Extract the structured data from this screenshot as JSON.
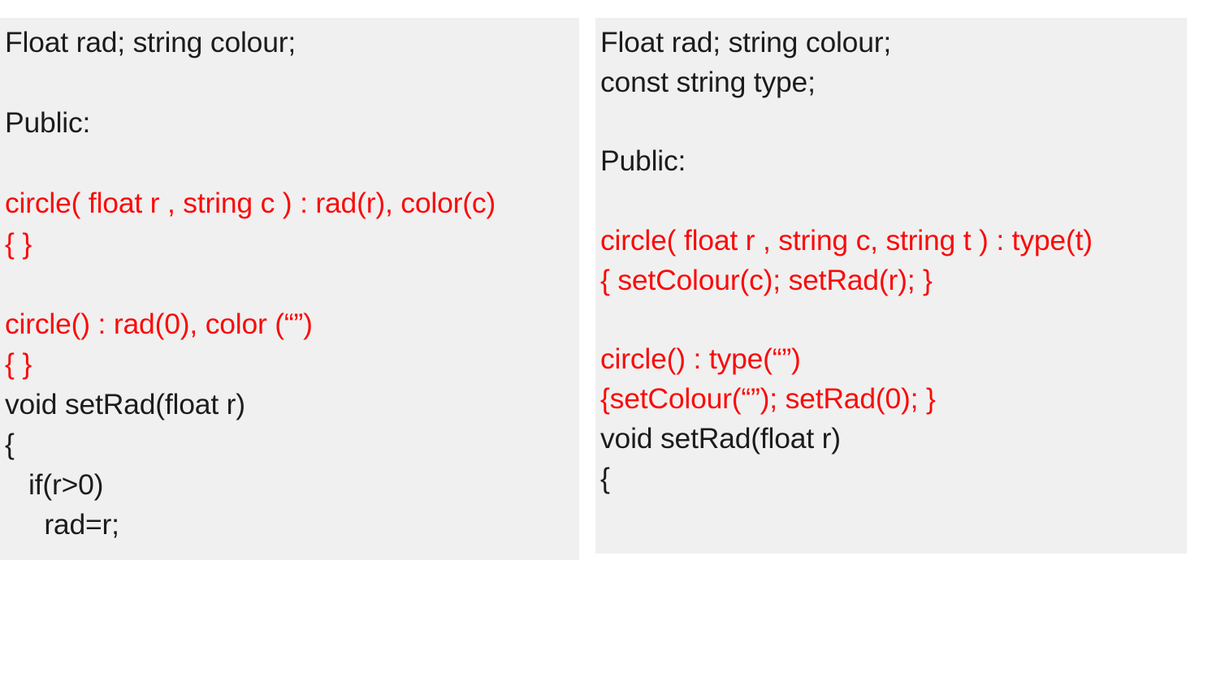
{
  "page": {
    "background_color": "#ffffff",
    "panel_background_color": "#f0f0f0",
    "text_color_declaration": "#1c1c1c",
    "text_color_code": "#fa0a0a"
  },
  "panels": [
    {
      "id": "left",
      "name": "circle-class-before",
      "lines": [
        {
          "text": "Float rad; string colour;",
          "color": "black"
        },
        {
          "text": "",
          "color": "blank"
        },
        {
          "text": "Public:",
          "color": "black"
        },
        {
          "text": "",
          "color": "blank"
        },
        {
          "text": "circle( float r , string c ) : rad(r), color(c)",
          "color": "red"
        },
        {
          "text": "{ }",
          "color": "red"
        },
        {
          "text": "",
          "color": "blank"
        },
        {
          "text": "circle() : rad(0), color (“”)",
          "color": "red"
        },
        {
          "text": "{ }",
          "color": "red"
        },
        {
          "text": "void setRad(float r)",
          "color": "black"
        },
        {
          "text": "{",
          "color": "black"
        },
        {
          "text": "   if(r>0)",
          "color": "black"
        },
        {
          "text": "     rad=r;",
          "color": "black"
        }
      ]
    },
    {
      "id": "right",
      "name": "circle-class-after",
      "lines": [
        {
          "text": "Float rad; string colour;",
          "color": "black"
        },
        {
          "text": "const string type;",
          "color": "black"
        },
        {
          "text": "",
          "color": "blank"
        },
        {
          "text": "Public:",
          "color": "black"
        },
        {
          "text": "",
          "color": "blank"
        },
        {
          "text": "circle( float r , string c, string t ) : type(t)",
          "color": "red"
        },
        {
          "text": "{ setColour(c); setRad(r); }",
          "color": "red"
        },
        {
          "text": "",
          "color": "blank"
        },
        {
          "text": "circle() : type(“”)",
          "color": "red"
        },
        {
          "text": "{setColour(“”); setRad(0); }",
          "color": "red"
        },
        {
          "text": "void setRad(float r)",
          "color": "black"
        },
        {
          "text": "{",
          "color": "black"
        }
      ]
    }
  ]
}
